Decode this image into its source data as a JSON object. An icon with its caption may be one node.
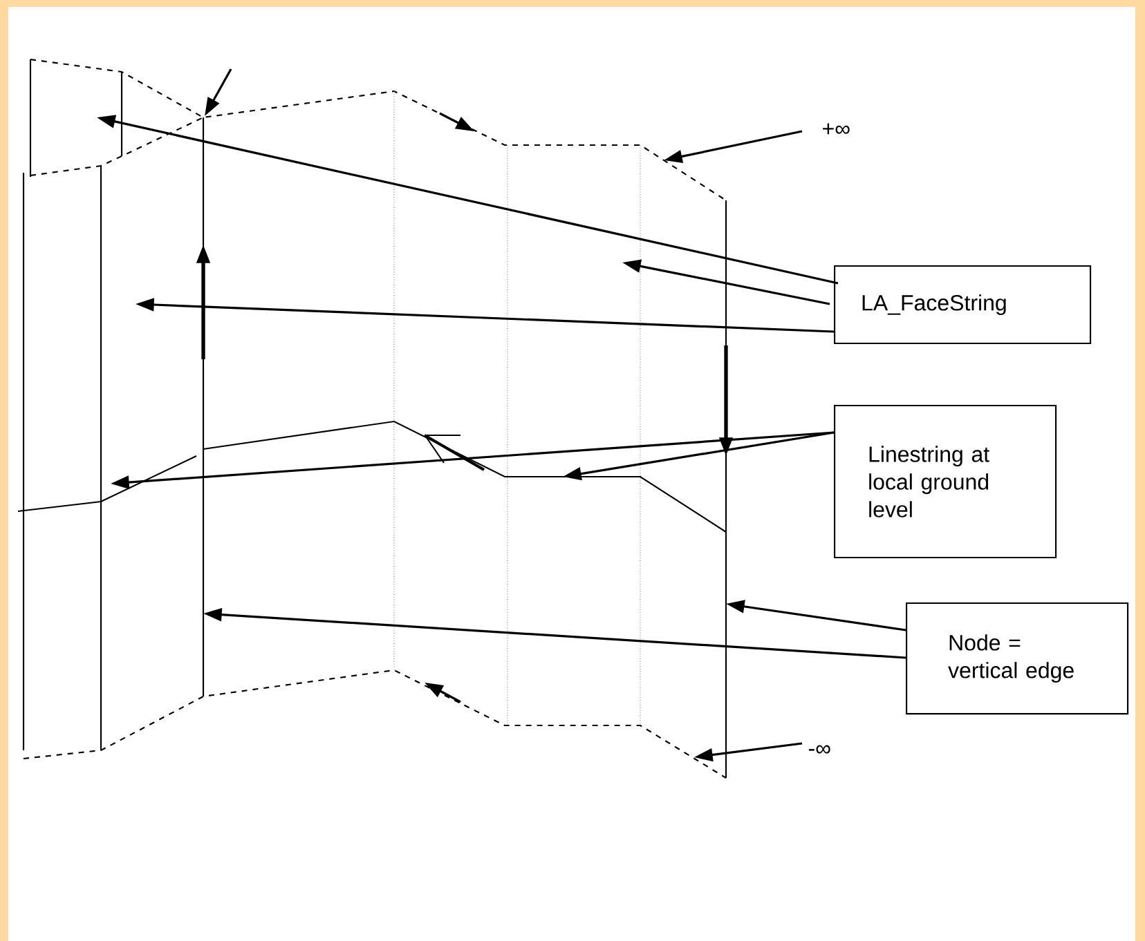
{
  "diagram": {
    "nodes": [
      {
        "text": [
          "LA_FaceString"
        ]
      },
      {
        "text": [
          "Linestring at local ground level"
        ]
      },
      {
        "text": [
          "Node = vertical edge"
        ]
      },
      {
        "text": [
          "+∞"
        ]
      },
      {
        "text": [
          "-∞"
        ]
      }
    ],
    "edges": [
      {
        "from": 0,
        "to": null,
        "arrow": "to"
      },
      {
        "from": 0,
        "to": null,
        "arrow": "to"
      },
      {
        "from": 0,
        "to": null,
        "arrow": "to"
      },
      {
        "from": 1,
        "to": null,
        "arrow": "to"
      },
      {
        "from": 1,
        "to": null,
        "arrow": "to"
      },
      {
        "from": 2,
        "to": null,
        "arrow": "to"
      },
      {
        "from": 2,
        "to": null,
        "arrow": "to"
      },
      {
        "from": 3,
        "to": null,
        "arrow": "to"
      },
      {
        "from": 4,
        "to": null,
        "arrow": "to"
      }
    ]
  }
}
